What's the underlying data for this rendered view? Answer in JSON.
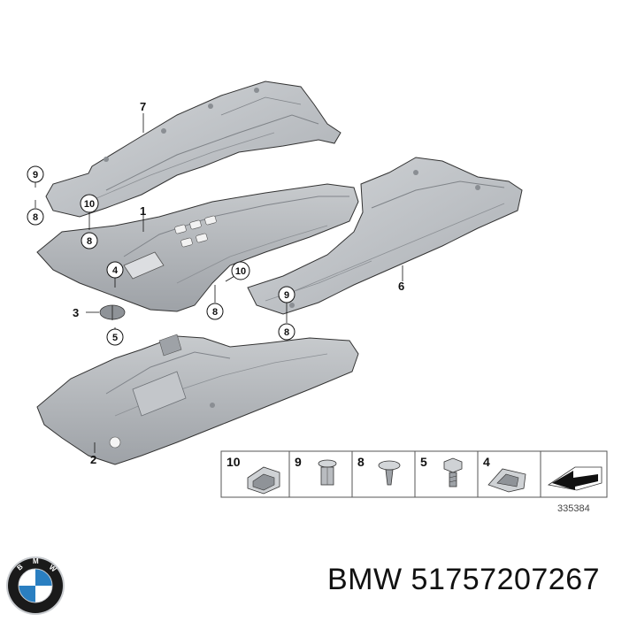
{
  "callouts": {
    "c1": "1",
    "c2": "2",
    "c3": "3",
    "c4": "4",
    "c5": "5",
    "c6": "6",
    "c7": "7",
    "c8a": "8",
    "c8b": "8",
    "c8c": "8",
    "c8d": "8",
    "c9a": "9",
    "c9b": "9",
    "c10a": "10",
    "c10b": "10"
  },
  "legend": {
    "items": [
      "10",
      "9",
      "8",
      "5",
      "4"
    ]
  },
  "reference_number": "335384",
  "caption": "BMW 51757207267",
  "logo": {
    "brand": "BMW",
    "letters": [
      "B",
      "M",
      "W"
    ],
    "colors": {
      "ring": "#1a1a1a",
      "blue": "#2a7fc1",
      "white": "#ffffff",
      "silver": "#c9ccd0"
    }
  },
  "colors": {
    "panel_fill": "#b9bcc0",
    "panel_light": "#cfd2d5",
    "panel_dark": "#8f9398",
    "outline": "#222222"
  }
}
